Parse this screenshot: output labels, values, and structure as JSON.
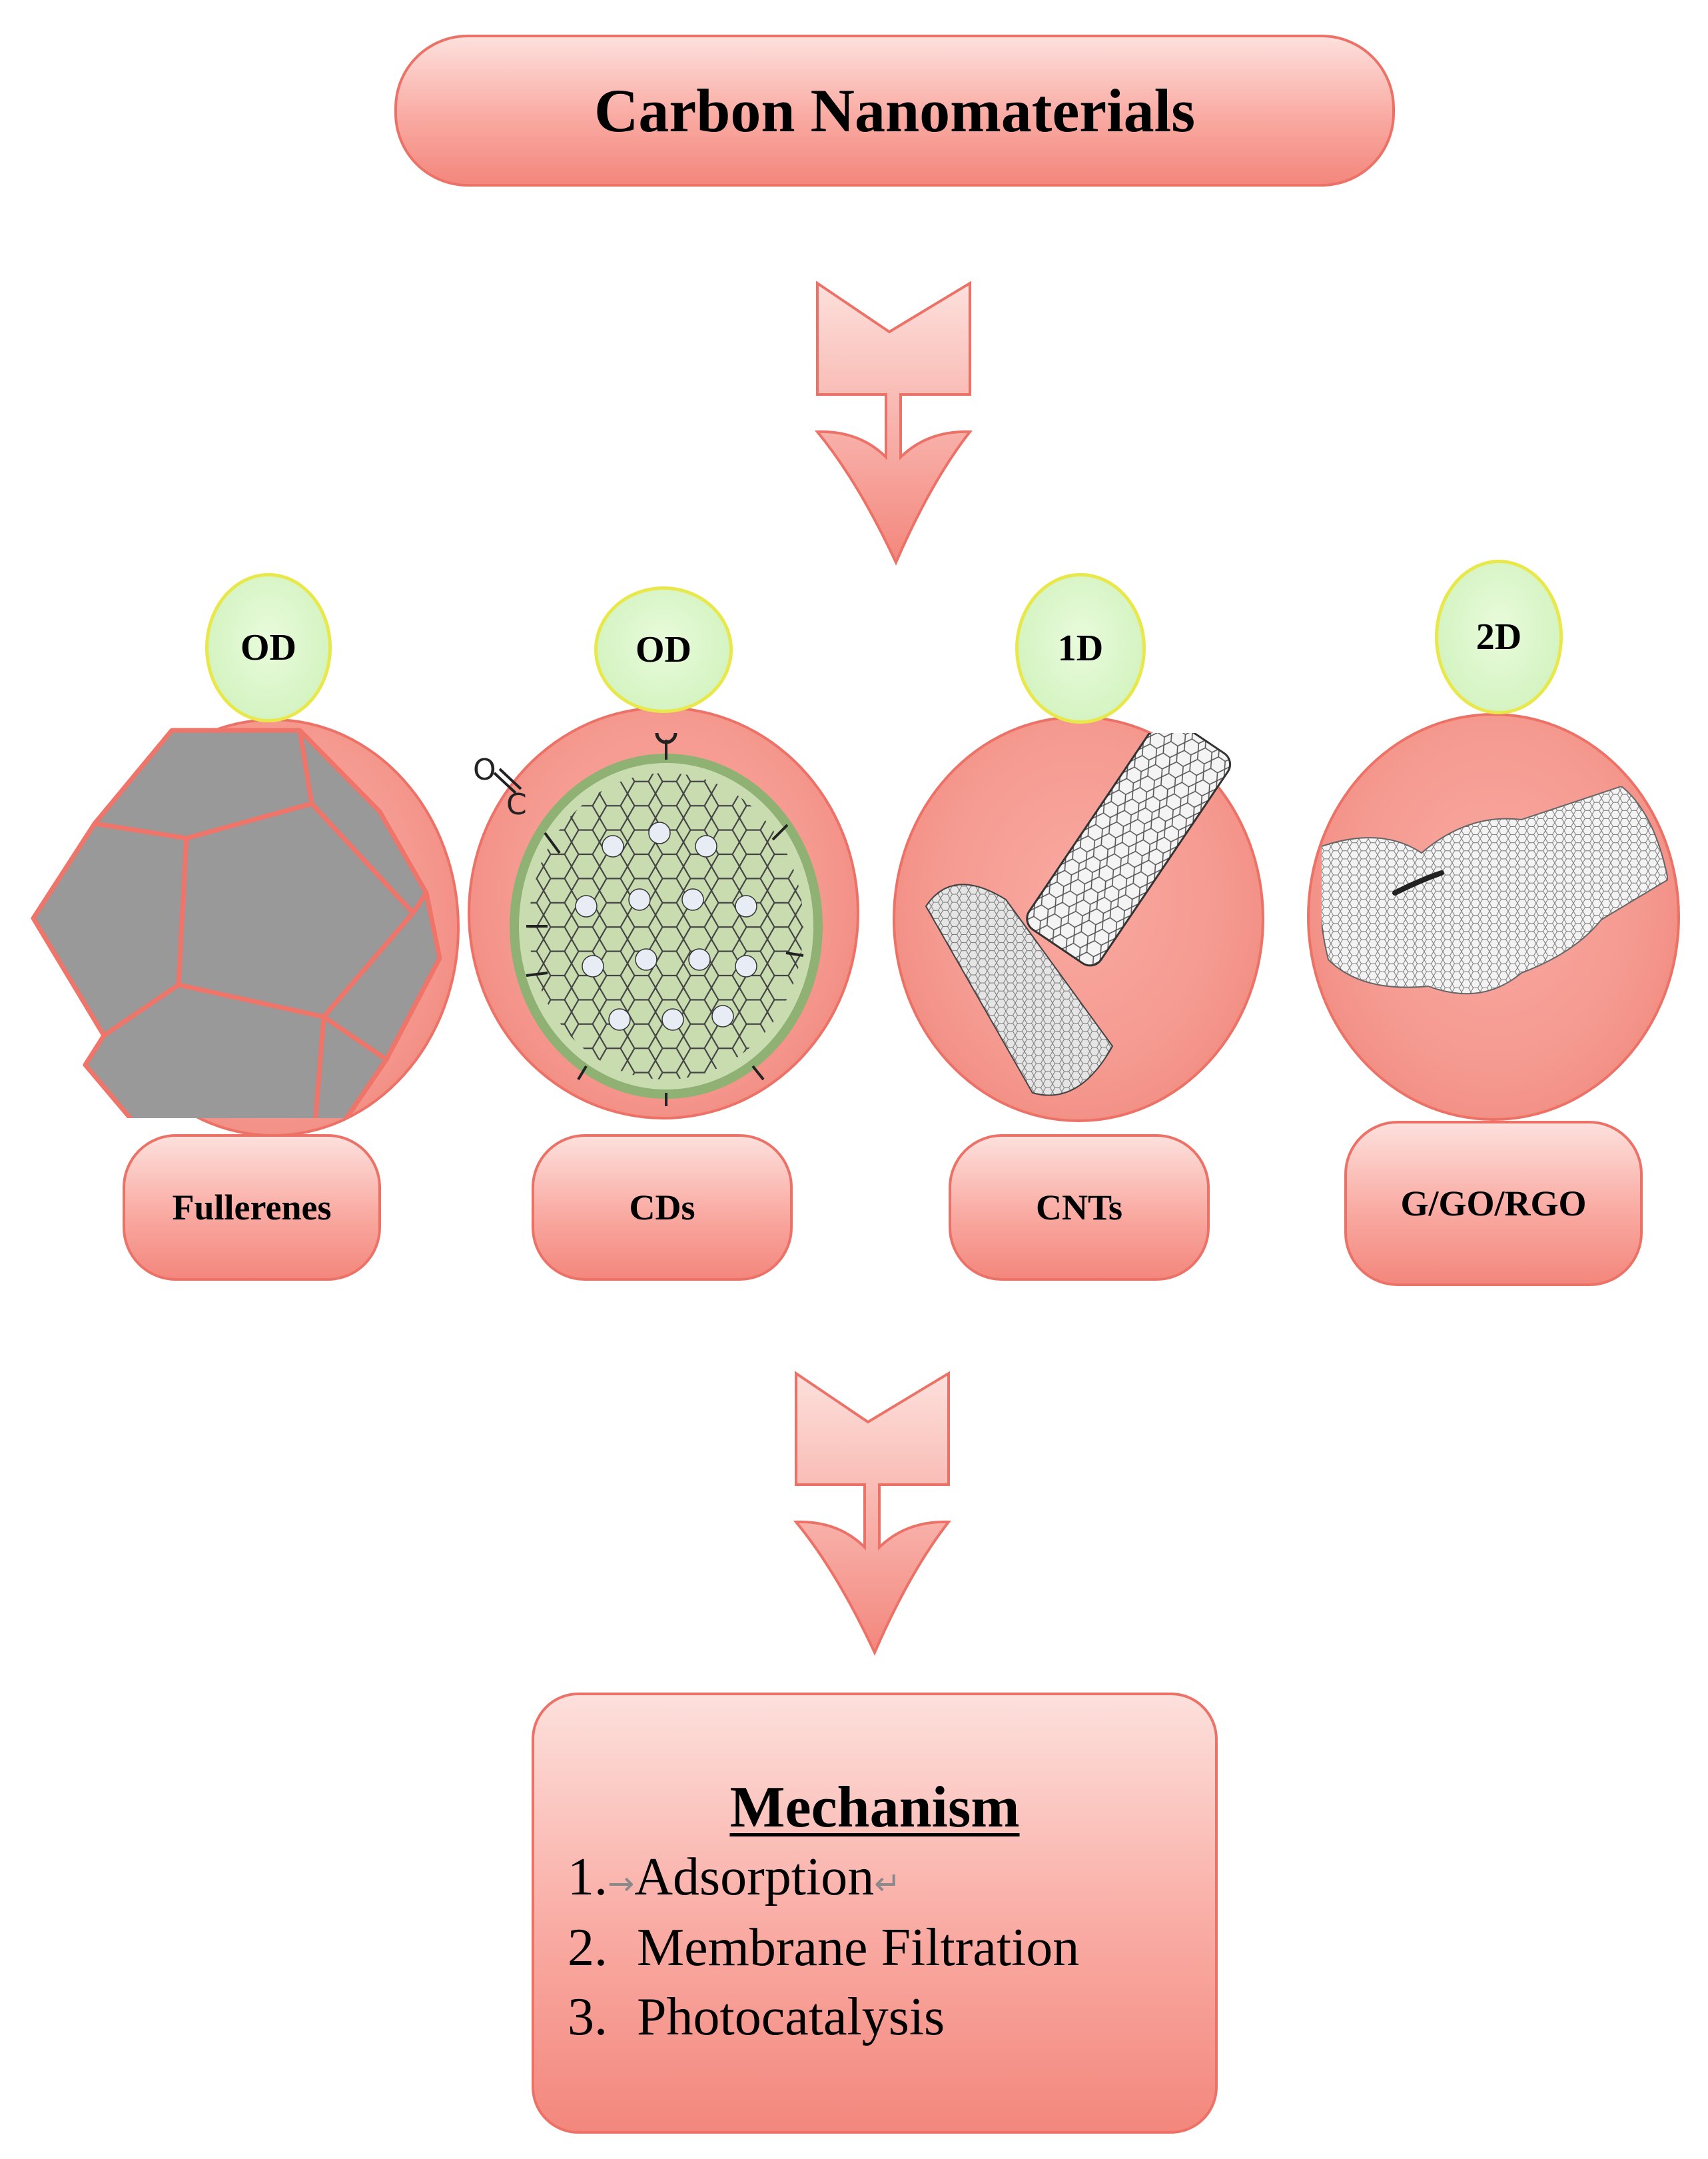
{
  "title": "Carbon Nanomaterials",
  "categories": [
    {
      "dimension": "OD",
      "label": "Fullerenes"
    },
    {
      "dimension": "OD",
      "label": "CDs"
    },
    {
      "dimension": "1D",
      "label": "CNTs"
    },
    {
      "dimension": "2D",
      "label": "G/GO/RGO"
    }
  ],
  "mechanism": {
    "title": "Mechanism",
    "items": [
      {
        "number": "1.",
        "text": "Adsorption"
      },
      {
        "number": "2.",
        "text": "Membrane Filtration"
      },
      {
        "number": "3.",
        "text": "Photocatalysis"
      }
    ]
  },
  "colors": {
    "box_fill": "#f9aaa2",
    "box_border": "#ec7268",
    "badge_fill": "#cdf1b8",
    "badge_border": "#e8e84a",
    "fullerene_face": "#999999"
  }
}
